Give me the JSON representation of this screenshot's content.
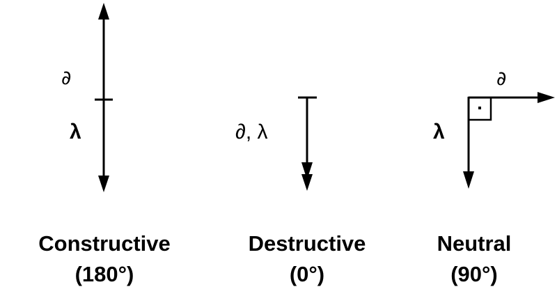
{
  "panels": [
    {
      "title": "Constructive",
      "angle": "(180°)",
      "upper_symbol": "∂",
      "lower_symbol": "λ"
    },
    {
      "title": "Destructive",
      "angle": "(0°)",
      "symbol": "∂, λ"
    },
    {
      "title": "Neutral",
      "angle": "(90°)",
      "horizontal_symbol": "∂",
      "vertical_symbol": "λ"
    }
  ]
}
